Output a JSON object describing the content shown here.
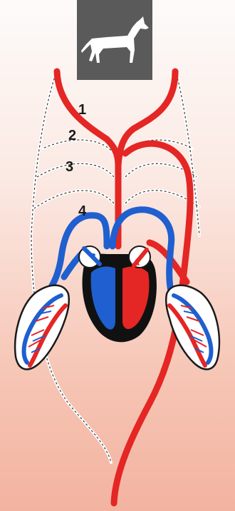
{
  "labels": {
    "arch_1": "1",
    "arch_2": "2",
    "arch_3": "3",
    "arch_4": "4"
  },
  "icons": {
    "animal": "dog-silhouette-icon"
  },
  "colors": {
    "oxygenated_blood": "#e42624",
    "deoxygenated_blood": "#1f5fcf",
    "heart_outline": "#1a1a1a",
    "reduced_arch": "#ffffff",
    "icon_panel": "#5a5a5a",
    "background_top": "#fdfbfa",
    "background_bottom": "#f3b3a0"
  }
}
